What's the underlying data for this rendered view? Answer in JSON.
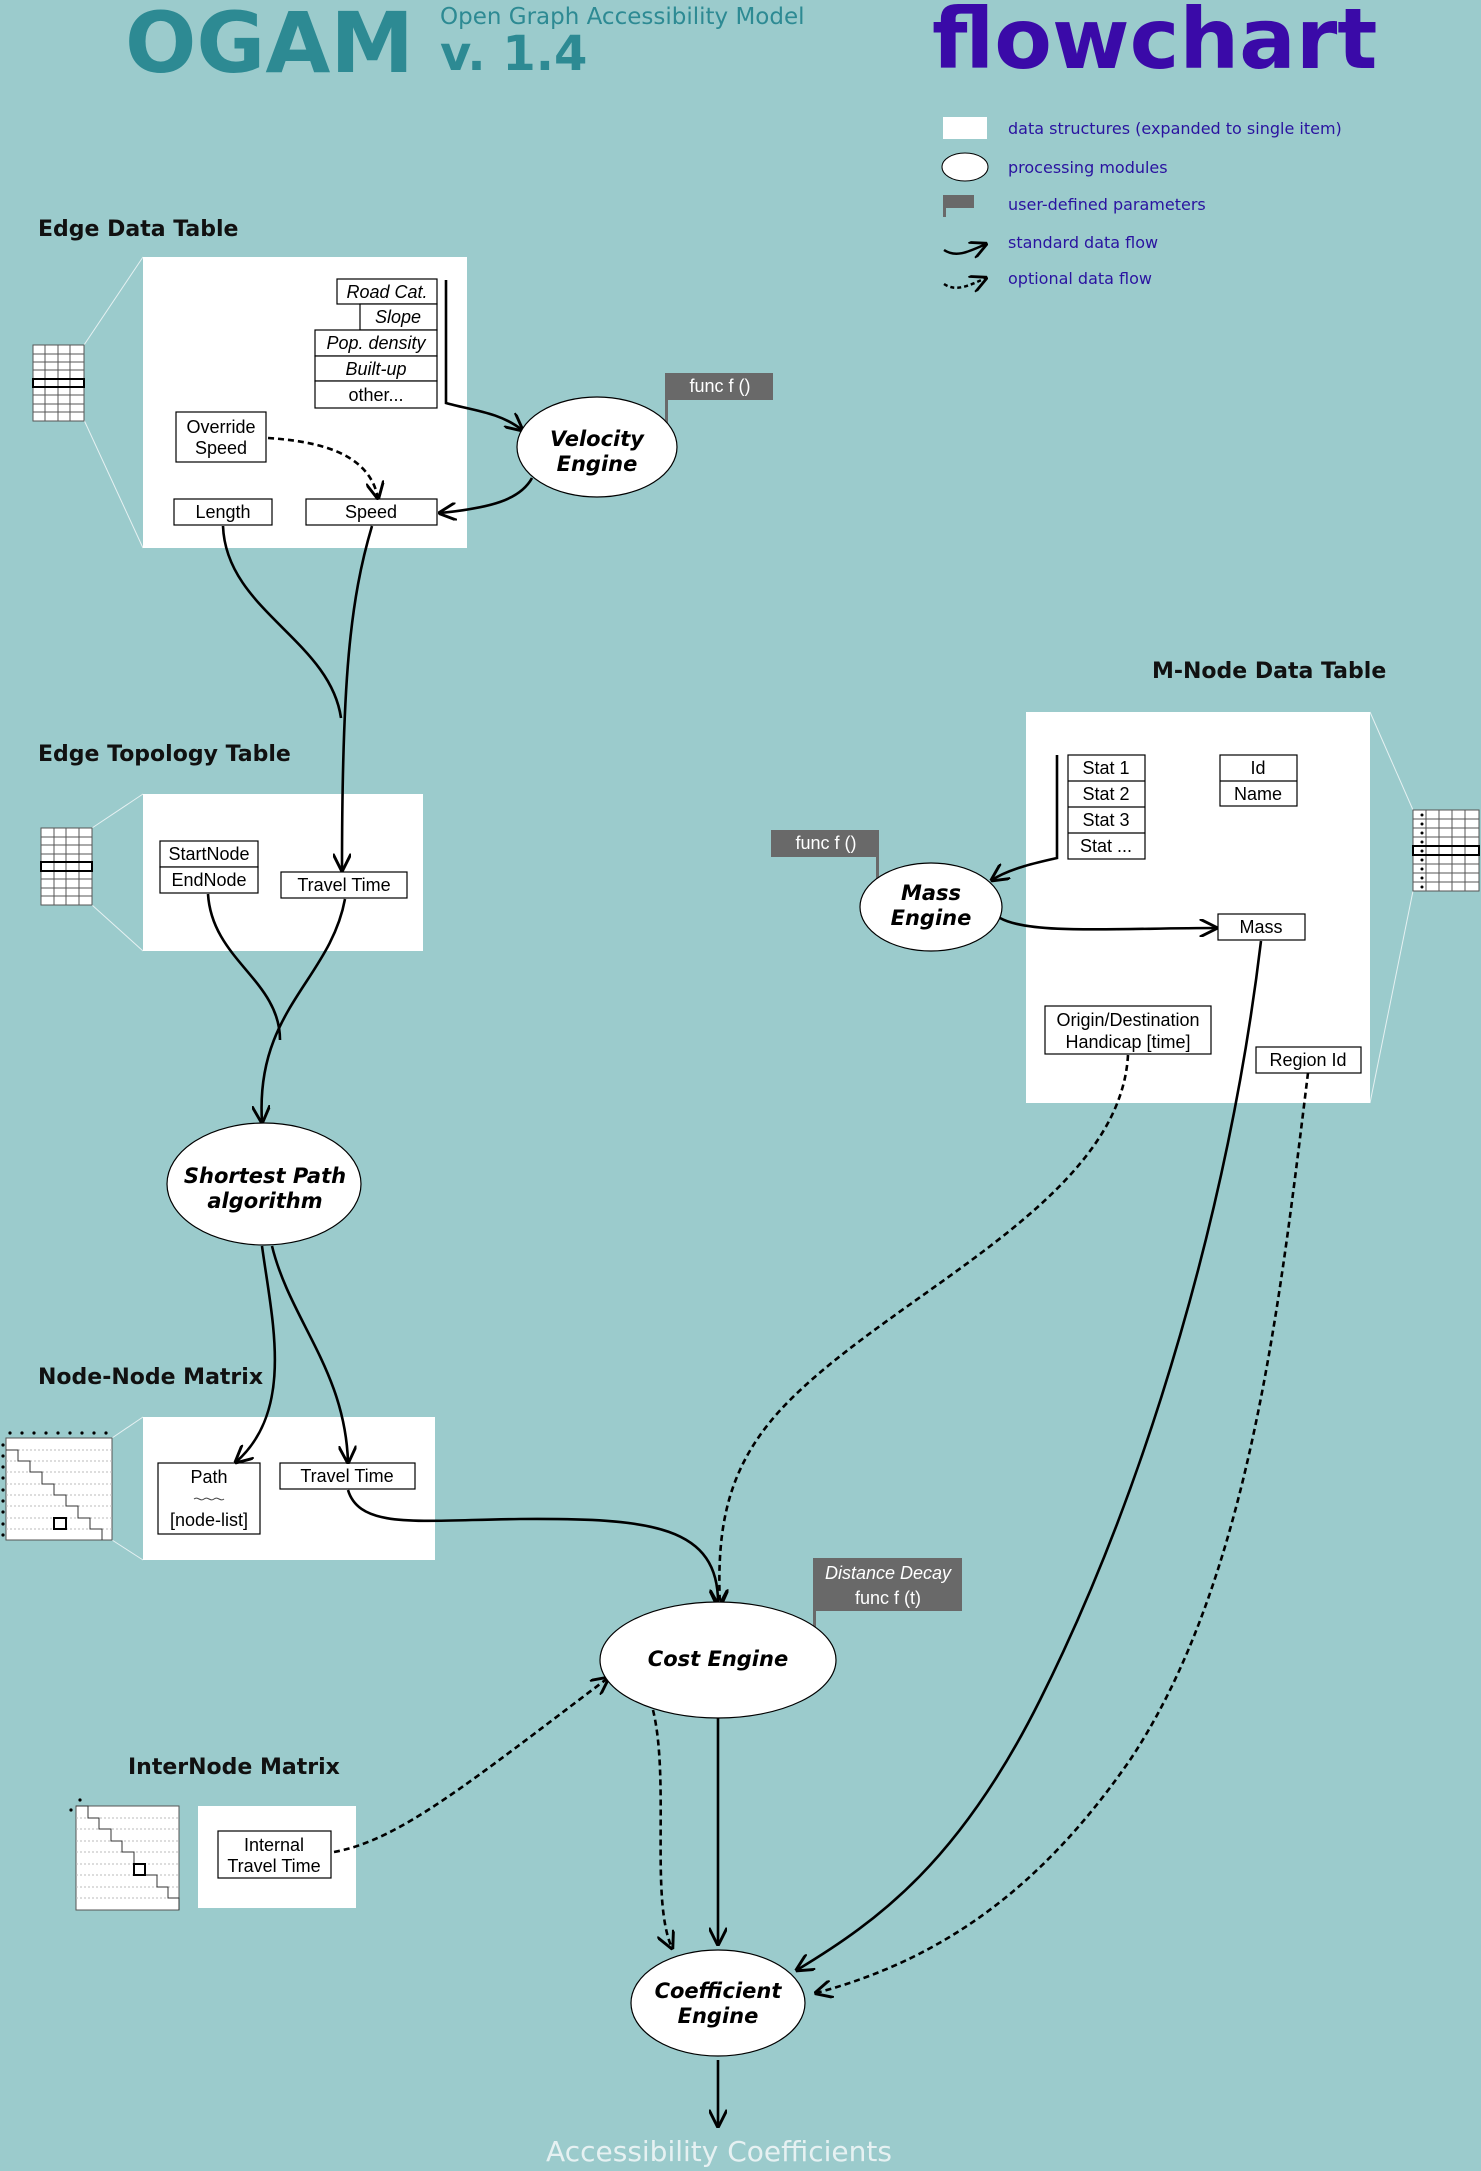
{
  "colors": {
    "background": "#9bcbcc",
    "header_teal": "#2d8a93",
    "flowchart_purple": "#3a0aa8",
    "legend_text": "#2a13a0",
    "flag": "#696969",
    "footer": "#e6f1f2"
  },
  "header": {
    "logo": "OGAM",
    "version": "v. 1.4",
    "full_name": "Open Graph Accessibility Model",
    "title": "flowchart"
  },
  "legend": {
    "data_structures": "data structures (expanded to single item)",
    "processing_modules": "processing modules",
    "user_parameters": "user-defined parameters",
    "standard_flow": "standard data flow",
    "optional_flow": "optional data flow"
  },
  "sections": {
    "edge_data_table": "Edge Data Table",
    "edge_topology_table": "Edge Topology Table",
    "node_node_matrix": "Node-Node Matrix",
    "internode_matrix": "InterNode Matrix",
    "mnode_data_table": "M-Node Data Table"
  },
  "fields": {
    "road_cat": "Road Cat.",
    "slope": "Slope",
    "pop_density": "Pop. density",
    "built_up": "Built-up",
    "other": "other...",
    "override_1": "Override",
    "override_2": "Speed",
    "length": "Length",
    "speed": "Speed",
    "start_node": "StartNode",
    "end_node": "EndNode",
    "travel_time_topo": "Travel Time",
    "path": "Path",
    "node_list": "[node-list]",
    "travel_time_matrix": "Travel Time",
    "internal_1": "Internal",
    "internal_2": "Travel Time",
    "stat_1": "Stat 1",
    "stat_2": "Stat 2",
    "stat_3": "Stat 3",
    "stat_more": "Stat ...",
    "id": "Id",
    "name": "Name",
    "mass": "Mass",
    "od_1": "Origin/Destination",
    "od_2": "Handicap [time]",
    "region_id": "Region Id"
  },
  "modules": {
    "velocity_1": "Velocity",
    "velocity_2": "Engine",
    "shortest_1": "Shortest Path",
    "shortest_2": "algorithm",
    "mass_1": "Mass",
    "mass_2": "Engine",
    "cost": "Cost Engine",
    "coefficient_1": "Coefficient",
    "coefficient_2": "Engine"
  },
  "parameters": {
    "velocity_func": "func f ()",
    "mass_func": "func f ()",
    "decay_1": "Distance Decay",
    "decay_2": "func f (t)"
  },
  "output": "Accessibility Coefficients"
}
